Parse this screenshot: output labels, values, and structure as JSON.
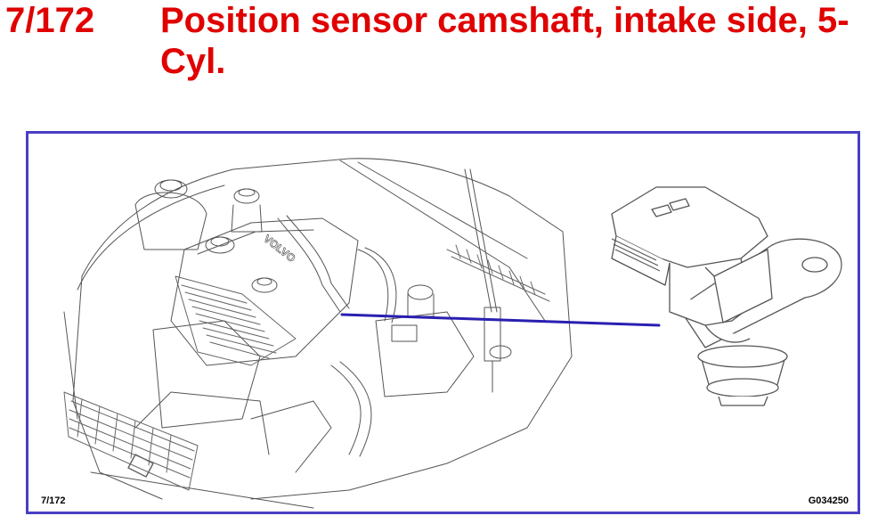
{
  "header": {
    "ref_number": "7/172",
    "title": "Position sensor camshaft, intake side, 5-Cyl."
  },
  "figure": {
    "ref_label": "7/172",
    "image_code": "G034250",
    "brand_lettering": "VOLVO",
    "colors": {
      "frame": "#4a3fc4",
      "title": "#e00000",
      "pointer": "#2a1fb0",
      "line_art": "#555555"
    }
  }
}
